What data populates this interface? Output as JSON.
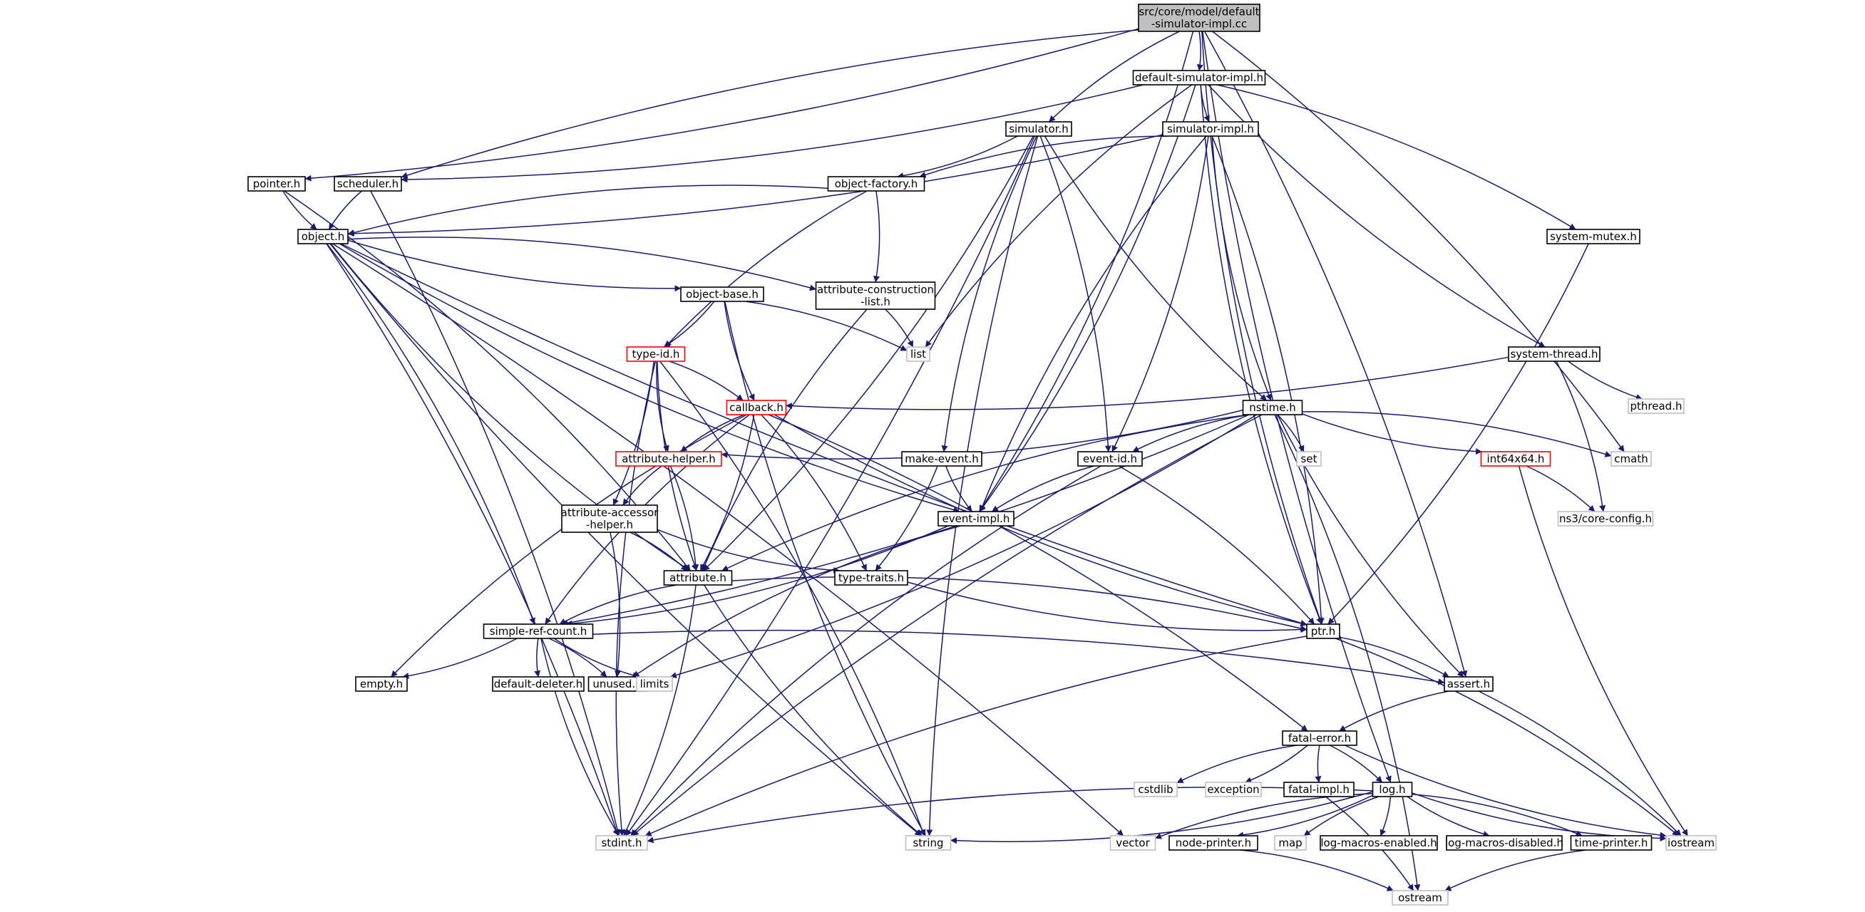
{
  "colors": {
    "edge": "#191970",
    "root_fill": "#bfbfbf",
    "normal_border": "#000000",
    "red_border": "#ff0000",
    "gray_border": "#bfbfbf"
  },
  "nodes": [
    {
      "id": "root",
      "lines": [
        "src/core/model/default",
        "-simulator-impl.cc"
      ],
      "style": "root"
    },
    {
      "id": "dsimh",
      "lines": [
        "default-simulator-impl.h"
      ],
      "style": "normal"
    },
    {
      "id": "simh",
      "lines": [
        "simulator.h"
      ],
      "style": "normal"
    },
    {
      "id": "simimplh",
      "lines": [
        "simulator-impl.h"
      ],
      "style": "normal"
    },
    {
      "id": "pointer",
      "lines": [
        "pointer.h"
      ],
      "style": "normal"
    },
    {
      "id": "sched",
      "lines": [
        "scheduler.h"
      ],
      "style": "normal"
    },
    {
      "id": "objfact",
      "lines": [
        "object-factory.h"
      ],
      "style": "normal"
    },
    {
      "id": "sysmutex",
      "lines": [
        "system-mutex.h"
      ],
      "style": "normal"
    },
    {
      "id": "objh",
      "lines": [
        "object.h"
      ],
      "style": "normal"
    },
    {
      "id": "objbase",
      "lines": [
        "object-base.h"
      ],
      "style": "normal"
    },
    {
      "id": "attrcl",
      "lines": [
        "attribute-construction",
        "-list.h"
      ],
      "style": "normal"
    },
    {
      "id": "list",
      "lines": [
        "list"
      ],
      "style": "gray"
    },
    {
      "id": "typeid",
      "lines": [
        "type-id.h"
      ],
      "style": "red"
    },
    {
      "id": "systhread",
      "lines": [
        "system-thread.h"
      ],
      "style": "normal"
    },
    {
      "id": "pthread",
      "lines": [
        "pthread.h"
      ],
      "style": "gray"
    },
    {
      "id": "callback",
      "lines": [
        "callback.h"
      ],
      "style": "red"
    },
    {
      "id": "nstime",
      "lines": [
        "nstime.h"
      ],
      "style": "normal"
    },
    {
      "id": "attrhelp",
      "lines": [
        "attribute-helper.h"
      ],
      "style": "red"
    },
    {
      "id": "makeev",
      "lines": [
        "make-event.h"
      ],
      "style": "normal"
    },
    {
      "id": "evid",
      "lines": [
        "event-id.h"
      ],
      "style": "normal"
    },
    {
      "id": "set",
      "lines": [
        "set"
      ],
      "style": "gray"
    },
    {
      "id": "int64",
      "lines": [
        "int64x64.h"
      ],
      "style": "red"
    },
    {
      "id": "cmath",
      "lines": [
        "cmath"
      ],
      "style": "gray"
    },
    {
      "id": "evimpl",
      "lines": [
        "event-impl.h"
      ],
      "style": "normal"
    },
    {
      "id": "attracc",
      "lines": [
        "attribute-accessor",
        "-helper.h"
      ],
      "style": "normal"
    },
    {
      "id": "coreconf",
      "lines": [
        "ns3/core-config.h"
      ],
      "style": "gray"
    },
    {
      "id": "attrh",
      "lines": [
        "attribute.h"
      ],
      "style": "normal"
    },
    {
      "id": "typetr",
      "lines": [
        "type-traits.h"
      ],
      "style": "normal"
    },
    {
      "id": "srefc",
      "lines": [
        "simple-ref-count.h"
      ],
      "style": "normal"
    },
    {
      "id": "ptrh",
      "lines": [
        "ptr.h"
      ],
      "style": "normal"
    },
    {
      "id": "empty",
      "lines": [
        "empty.h"
      ],
      "style": "normal"
    },
    {
      "id": "defdel",
      "lines": [
        "default-deleter.h"
      ],
      "style": "normal"
    },
    {
      "id": "unused",
      "lines": [
        "unused.h"
      ],
      "style": "normal"
    },
    {
      "id": "limits",
      "lines": [
        "limits"
      ],
      "style": "gray"
    },
    {
      "id": "assert",
      "lines": [
        "assert.h"
      ],
      "style": "normal"
    },
    {
      "id": "fatalerr",
      "lines": [
        "fatal-error.h"
      ],
      "style": "normal"
    },
    {
      "id": "cstdlib",
      "lines": [
        "cstdlib"
      ],
      "style": "gray"
    },
    {
      "id": "exception",
      "lines": [
        "exception"
      ],
      "style": "gray"
    },
    {
      "id": "fatalimpl",
      "lines": [
        "fatal-impl.h"
      ],
      "style": "normal"
    },
    {
      "id": "logh",
      "lines": [
        "log.h"
      ],
      "style": "normal"
    },
    {
      "id": "stdint",
      "lines": [
        "stdint.h"
      ],
      "style": "gray"
    },
    {
      "id": "string",
      "lines": [
        "string"
      ],
      "style": "gray"
    },
    {
      "id": "vector",
      "lines": [
        "vector"
      ],
      "style": "gray"
    },
    {
      "id": "nodeprint",
      "lines": [
        "node-printer.h"
      ],
      "style": "normal"
    },
    {
      "id": "map",
      "lines": [
        "map"
      ],
      "style": "gray"
    },
    {
      "id": "logme",
      "lines": [
        "log-macros-enabled.h"
      ],
      "style": "normal"
    },
    {
      "id": "logmd",
      "lines": [
        "log-macros-disabled.h"
      ],
      "style": "normal"
    },
    {
      "id": "timeprint",
      "lines": [
        "time-printer.h"
      ],
      "style": "normal"
    },
    {
      "id": "iostream",
      "lines": [
        "iostream"
      ],
      "style": "gray"
    },
    {
      "id": "ostream",
      "lines": [
        "ostream"
      ],
      "style": "gray"
    }
  ],
  "edges": [
    [
      "root",
      "dsimh"
    ],
    [
      "root",
      "simh"
    ],
    [
      "root",
      "pointer"
    ],
    [
      "root",
      "sched"
    ],
    [
      "root",
      "evimpl"
    ],
    [
      "root",
      "ptrh"
    ],
    [
      "root",
      "assert"
    ],
    [
      "root",
      "logh"
    ],
    [
      "root",
      "cmath"
    ],
    [
      "dsimh",
      "simimplh"
    ],
    [
      "dsimh",
      "sched"
    ],
    [
      "dsimh",
      "list"
    ],
    [
      "dsimh",
      "sysmutex"
    ],
    [
      "dsimh",
      "systhread"
    ],
    [
      "dsimh",
      "evimpl"
    ],
    [
      "dsimh",
      "ptrh"
    ],
    [
      "simh",
      "objfact"
    ],
    [
      "simh",
      "nstime"
    ],
    [
      "simh",
      "evid"
    ],
    [
      "simh",
      "makeev"
    ],
    [
      "simh",
      "attrh"
    ],
    [
      "simh",
      "string"
    ],
    [
      "simh",
      "stdint"
    ],
    [
      "simimplh",
      "objfact"
    ],
    [
      "simimplh",
      "objh"
    ],
    [
      "simimplh",
      "nstime"
    ],
    [
      "simimplh",
      "evid"
    ],
    [
      "simimplh",
      "evimpl"
    ],
    [
      "simimplh",
      "ptrh"
    ],
    [
      "pointer",
      "objh"
    ],
    [
      "pointer",
      "attrh"
    ],
    [
      "sched",
      "objh"
    ],
    [
      "sched",
      "stdint"
    ],
    [
      "objfact",
      "objh"
    ],
    [
      "objfact",
      "attrcl"
    ],
    [
      "objfact",
      "typeid"
    ],
    [
      "sysmutex",
      "ptrh"
    ],
    [
      "objh",
      "objbase"
    ],
    [
      "objh",
      "attrcl"
    ],
    [
      "objh",
      "attrh"
    ],
    [
      "objh",
      "srefc"
    ],
    [
      "objh",
      "ptrh"
    ],
    [
      "objh",
      "stdint"
    ],
    [
      "objh",
      "string"
    ],
    [
      "objh",
      "vector"
    ],
    [
      "objh",
      "evimpl"
    ],
    [
      "objbase",
      "typeid"
    ],
    [
      "objbase",
      "callback"
    ],
    [
      "objbase",
      "list"
    ],
    [
      "objbase",
      "string"
    ],
    [
      "attrcl",
      "list"
    ],
    [
      "attrcl",
      "attrh"
    ],
    [
      "typeid",
      "callback"
    ],
    [
      "typeid",
      "attrhelp"
    ],
    [
      "typeid",
      "attracc"
    ],
    [
      "typeid",
      "attrh"
    ],
    [
      "typeid",
      "string"
    ],
    [
      "typeid",
      "stdint"
    ],
    [
      "systhread",
      "callback"
    ],
    [
      "systhread",
      "pthread"
    ],
    [
      "systhread",
      "coreconf"
    ],
    [
      "callback",
      "attrhelp"
    ],
    [
      "callback",
      "attrh"
    ],
    [
      "callback",
      "srefc"
    ],
    [
      "callback",
      "typetr"
    ],
    [
      "callback",
      "ptrh"
    ],
    [
      "callback",
      "fatalerr"
    ],
    [
      "callback",
      "empty"
    ],
    [
      "nstime",
      "attrhelp"
    ],
    [
      "nstime",
      "evid"
    ],
    [
      "nstime",
      "set"
    ],
    [
      "nstime",
      "int64"
    ],
    [
      "nstime",
      "cmath"
    ],
    [
      "nstime",
      "assert"
    ],
    [
      "nstime",
      "ostream"
    ],
    [
      "nstime",
      "attrh"
    ],
    [
      "nstime",
      "limits"
    ],
    [
      "nstime",
      "stdint"
    ],
    [
      "nstime",
      "srefc"
    ],
    [
      "attrhelp",
      "attracc"
    ],
    [
      "attrhelp",
      "attrh"
    ],
    [
      "makeev",
      "evimpl"
    ],
    [
      "makeev",
      "typetr"
    ],
    [
      "evid",
      "evimpl"
    ],
    [
      "evid",
      "ptrh"
    ],
    [
      "evid",
      "stdint"
    ],
    [
      "int64",
      "coreconf"
    ],
    [
      "int64",
      "iostream"
    ],
    [
      "evimpl",
      "srefc"
    ],
    [
      "evimpl",
      "unused"
    ],
    [
      "attracc",
      "attrh"
    ],
    [
      "attracc",
      "typetr"
    ],
    [
      "attracc",
      "unused"
    ],
    [
      "attrh",
      "srefc"
    ],
    [
      "attrh",
      "ptrh"
    ],
    [
      "attrh",
      "string"
    ],
    [
      "attrh",
      "stdint"
    ],
    [
      "typetr",
      "ptrh"
    ],
    [
      "srefc",
      "empty"
    ],
    [
      "srefc",
      "defdel"
    ],
    [
      "srefc",
      "unused"
    ],
    [
      "srefc",
      "limits"
    ],
    [
      "srefc",
      "assert"
    ],
    [
      "srefc",
      "stdint"
    ],
    [
      "ptrh",
      "assert"
    ],
    [
      "ptrh",
      "stdint"
    ],
    [
      "ptrh",
      "iostream"
    ],
    [
      "assert",
      "fatalerr"
    ],
    [
      "assert",
      "iostream"
    ],
    [
      "fatalerr",
      "cstdlib"
    ],
    [
      "fatalerr",
      "exception"
    ],
    [
      "fatalerr",
      "fatalimpl"
    ],
    [
      "fatalerr",
      "logh"
    ],
    [
      "fatalerr",
      "iostream"
    ],
    [
      "fatalimpl",
      "ostream"
    ],
    [
      "logh",
      "stdint"
    ],
    [
      "logh",
      "string"
    ],
    [
      "logh",
      "vector"
    ],
    [
      "logh",
      "nodeprint"
    ],
    [
      "logh",
      "map"
    ],
    [
      "logh",
      "logme"
    ],
    [
      "logh",
      "logmd"
    ],
    [
      "logh",
      "timeprint"
    ],
    [
      "logh",
      "iostream"
    ],
    [
      "nodeprint",
      "ostream"
    ],
    [
      "timeprint",
      "ostream"
    ]
  ]
}
